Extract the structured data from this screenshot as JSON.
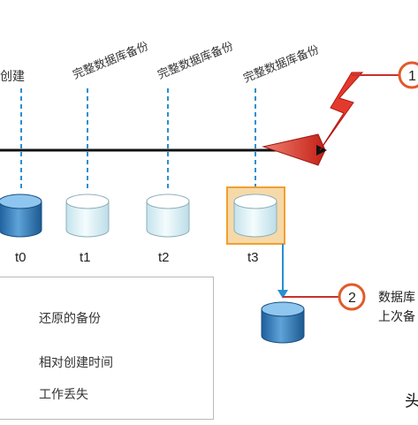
{
  "top_labels": [
    "创建",
    "完整数据库备份",
    "完整数据库备份",
    "完整数据库备份"
  ],
  "timeline_labels": [
    "t0",
    "t1",
    "t2",
    "t3"
  ],
  "legend_items": [
    "还原的备份",
    "相对创建时间",
    "工作丢失"
  ],
  "callout1": {
    "number": "1"
  },
  "callout2": {
    "number": "2",
    "line1": "数据库",
    "line2": "上次备"
  },
  "corner_text": "头",
  "colors": {
    "accent": "#e15a2b",
    "highlight_fill": "#f6d9a8",
    "highlight_border": "#f0a030",
    "db_blue": "#2f7fc1",
    "db_pale": "#dff3f7",
    "dashed": "#2a8fd0",
    "timeline": "#111111",
    "lightning": "#e43a2e"
  }
}
